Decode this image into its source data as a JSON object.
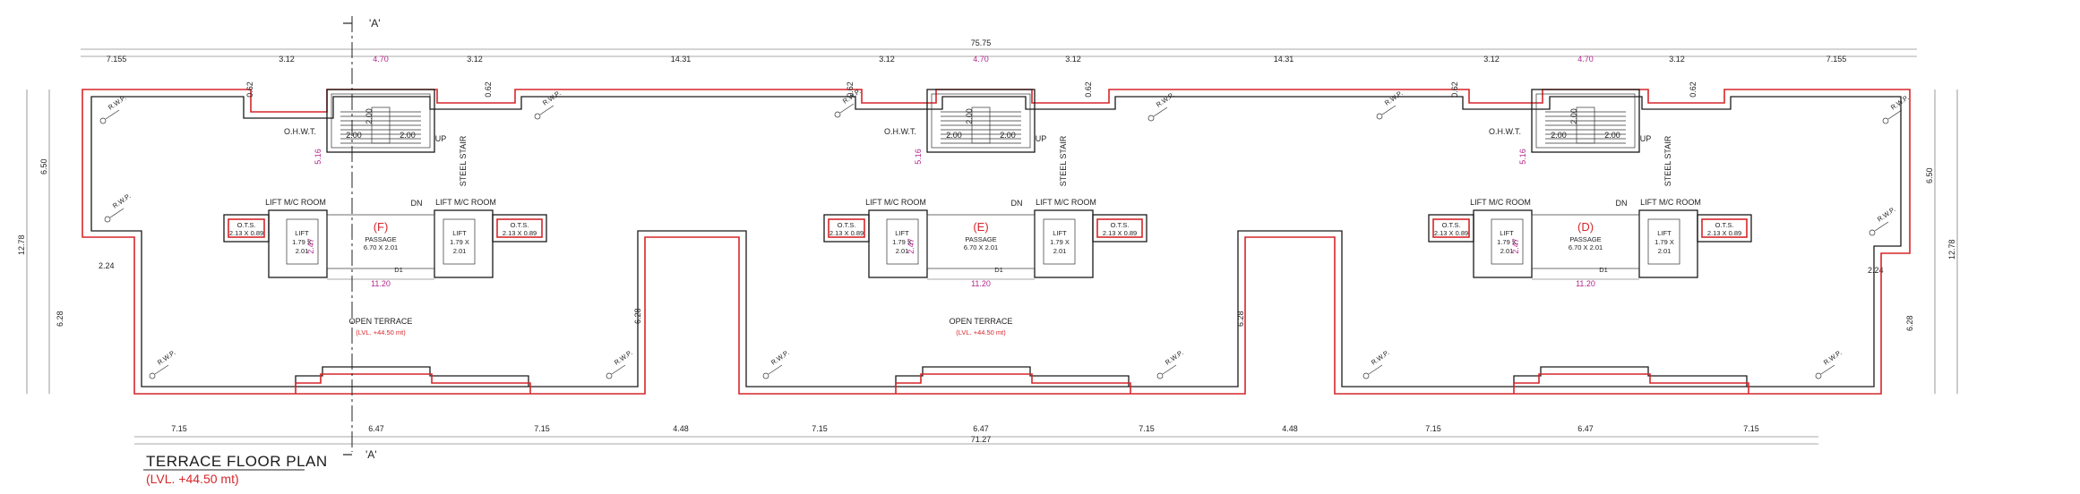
{
  "title": "TERRACE FLOOR PLAN",
  "subtitle": "(LVL. +44.50 mt)",
  "section_marker": "'A'",
  "overall_top": "75.75",
  "overall_bottom": "71.27",
  "top_dims": [
    "7.155",
    "3.12",
    "4.70",
    "3.12",
    "14.31",
    "3.12",
    "4.70",
    "3.12",
    "14.31",
    "3.12",
    "4.70",
    "3.12",
    "7.155"
  ],
  "top_dim_x": [
    130,
    320,
    425,
    530,
    760,
    990,
    1095,
    1198,
    1433,
    1665,
    1770,
    1872,
    2050
  ],
  "bottom_dims": [
    "7.15",
    "6.47",
    "7.15",
    "4.48",
    "7.15",
    "6.47",
    "7.15",
    "4.48",
    "7.15",
    "6.47",
    "7.15"
  ],
  "bottom_dim_x": [
    200,
    420,
    605,
    760,
    915,
    1095,
    1280,
    1440,
    1600,
    1770,
    1955
  ],
  "side_dims": {
    "left_top": "6.50",
    "left_total": "12.78",
    "left_mid": "2.24",
    "left_low": "6.28",
    "right_top": "6.50",
    "right_total": "12.78",
    "right_mid": "2.24",
    "right_low": "6.28",
    "mid1": "6.28",
    "mid2": "6.28"
  },
  "rwp": "R.W.P.",
  "blocks": [
    {
      "name": "(F)",
      "passage": "PASSAGE",
      "passage_size": "6.70 X 2.01",
      "ots": "O.T.S.",
      "ots_size": "2.13 X 0.89",
      "lift": "LIFT",
      "lift_size": "1.79 X",
      "lift_size2": "2.01",
      "lmr": "LIFT M/C ROOM",
      "ohwt": "O.H.W.T.",
      "stair": "STEEL STAIR",
      "up": "UP",
      "dn": "DN",
      "d1": "D1",
      "w": "11.20",
      "core1": "2.00",
      "core2": "2.00",
      "core3": "2.00",
      "h516": "5.16",
      "h247": "2.47",
      "p062": "0.62"
    },
    {
      "name": "(E)",
      "passage": "PASSAGE",
      "passage_size": "6.70 X 2.01",
      "ots": "O.T.S.",
      "ots_size": "2.13 X 0.89",
      "lift": "LIFT",
      "lift_size": "1.79 X",
      "lift_size2": "2.01",
      "lmr": "LIFT M/C ROOM",
      "ohwt": "O.H.W.T.",
      "stair": "STEEL STAIR",
      "up": "UP",
      "dn": "DN",
      "d1": "D1",
      "w": "11.20",
      "core1": "2.00",
      "core2": "2.00",
      "core3": "2.00",
      "h516": "5.16",
      "h247": "2.47",
      "p062": "0.62"
    },
    {
      "name": "(D)",
      "passage": "PASSAGE",
      "passage_size": "6.70 X 2.01",
      "ots": "O.T.S.",
      "ots_size": "2.13 X 0.89",
      "lift": "LIFT",
      "lift_size": "1.79 X",
      "lift_size2": "2.01",
      "lmr": "LIFT M/C ROOM",
      "ohwt": "O.H.W.T.",
      "stair": "STEEL STAIR",
      "up": "UP",
      "dn": "DN",
      "d1": "D1",
      "w": "11.20",
      "core1": "2.00",
      "core2": "2.00",
      "core3": "2.00",
      "h516": "5.16",
      "h247": "2.47",
      "p062": "0.62"
    }
  ],
  "terraces": [
    {
      "label": "OPEN TERRACE",
      "level": "(LVL. +44.50 mt)"
    },
    {
      "label": "OPEN TERRACE",
      "level": "(LVL. +44.50 mt)"
    }
  ]
}
